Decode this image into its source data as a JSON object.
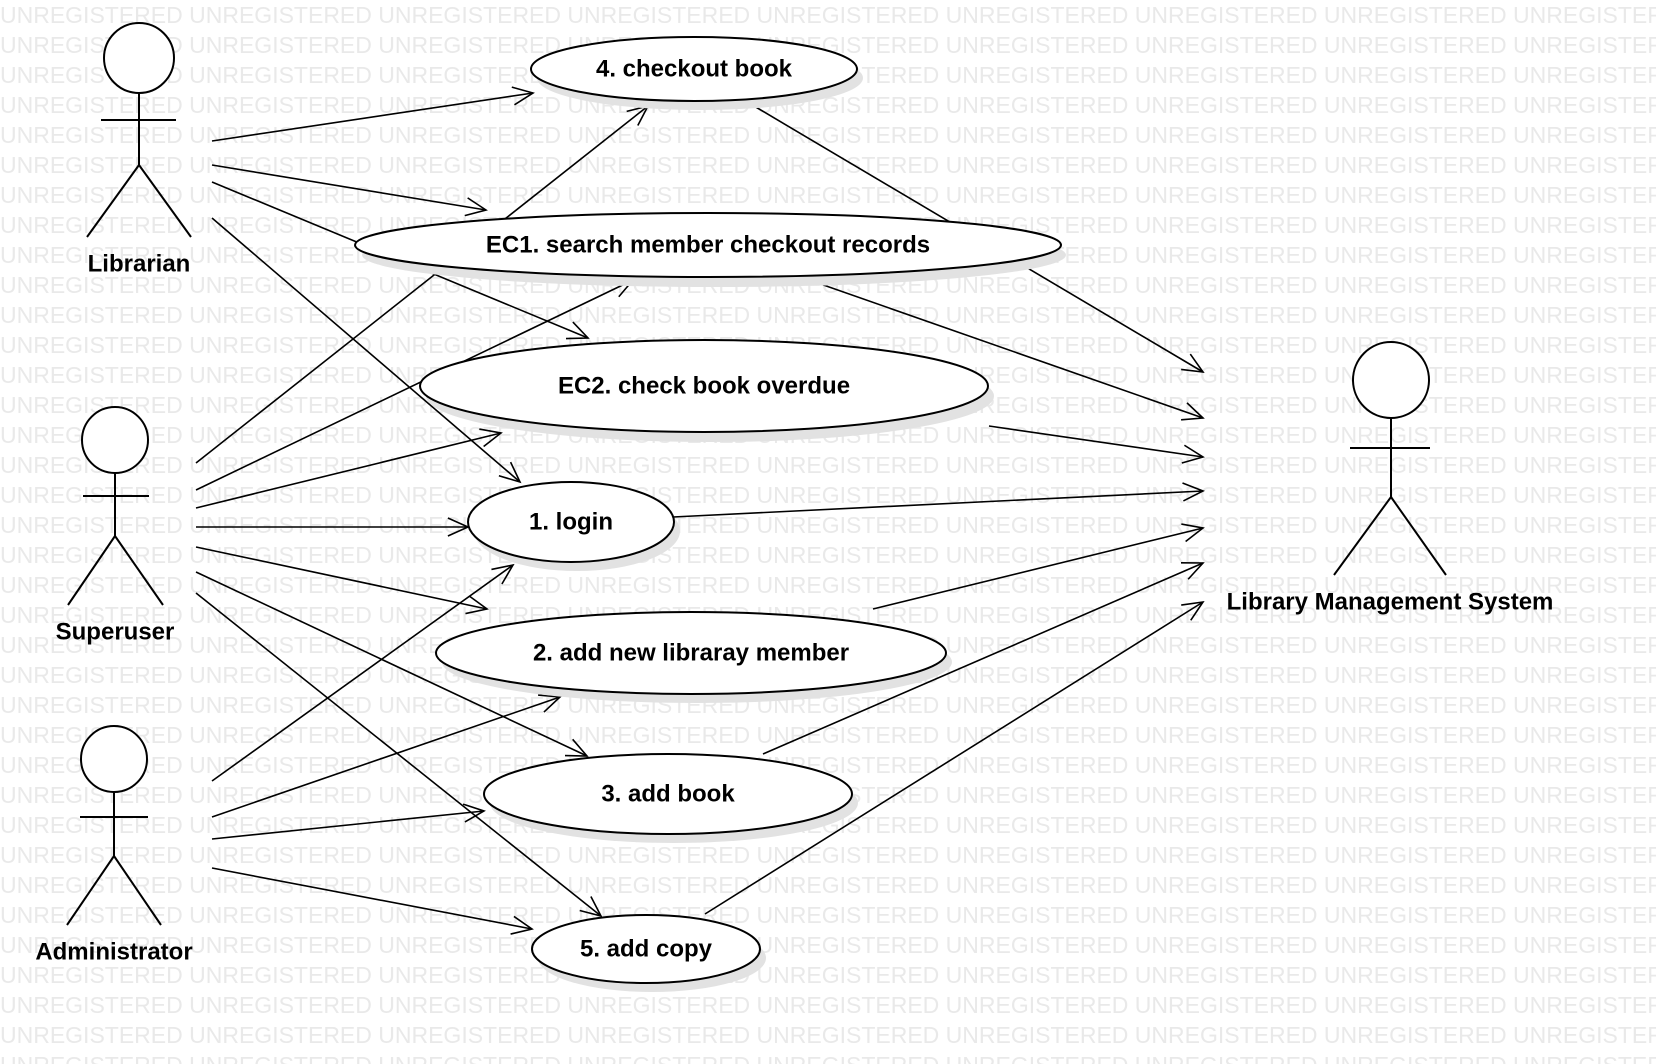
{
  "diagram": {
    "type": "use-case",
    "watermark": {
      "word": "UNREGISTERED"
    },
    "actors": [
      {
        "id": "librarian",
        "label": "Librarian"
      },
      {
        "id": "superuser",
        "label": "Superuser"
      },
      {
        "id": "administrator",
        "label": "Administrator"
      },
      {
        "id": "system",
        "label": "Library Management System"
      }
    ],
    "use_cases": [
      {
        "id": "uc4",
        "label": "4. checkout book"
      },
      {
        "id": "ec1",
        "label": "EC1. search member checkout records"
      },
      {
        "id": "ec2",
        "label": "EC2. check book overdue"
      },
      {
        "id": "uc1",
        "label": "1. login"
      },
      {
        "id": "uc2",
        "label": "2. add new libraray member"
      },
      {
        "id": "uc3",
        "label": "3. add book"
      },
      {
        "id": "uc5",
        "label": "5. add copy"
      }
    ],
    "associations": [
      {
        "from": "librarian",
        "to": "uc4"
      },
      {
        "from": "librarian",
        "to": "ec1"
      },
      {
        "from": "librarian",
        "to": "ec2"
      },
      {
        "from": "librarian",
        "to": "uc1"
      },
      {
        "from": "superuser",
        "to": "uc4"
      },
      {
        "from": "superuser",
        "to": "ec1"
      },
      {
        "from": "superuser",
        "to": "ec2"
      },
      {
        "from": "superuser",
        "to": "uc1"
      },
      {
        "from": "superuser",
        "to": "uc2"
      },
      {
        "from": "superuser",
        "to": "uc3"
      },
      {
        "from": "superuser",
        "to": "uc5"
      },
      {
        "from": "administrator",
        "to": "uc1"
      },
      {
        "from": "administrator",
        "to": "uc2"
      },
      {
        "from": "administrator",
        "to": "uc3"
      },
      {
        "from": "administrator",
        "to": "uc5"
      },
      {
        "from": "uc4",
        "to": "system"
      },
      {
        "from": "ec1",
        "to": "system"
      },
      {
        "from": "ec2",
        "to": "system"
      },
      {
        "from": "uc1",
        "to": "system"
      },
      {
        "from": "uc2",
        "to": "system"
      },
      {
        "from": "uc3",
        "to": "system"
      },
      {
        "from": "uc5",
        "to": "system"
      }
    ]
  }
}
